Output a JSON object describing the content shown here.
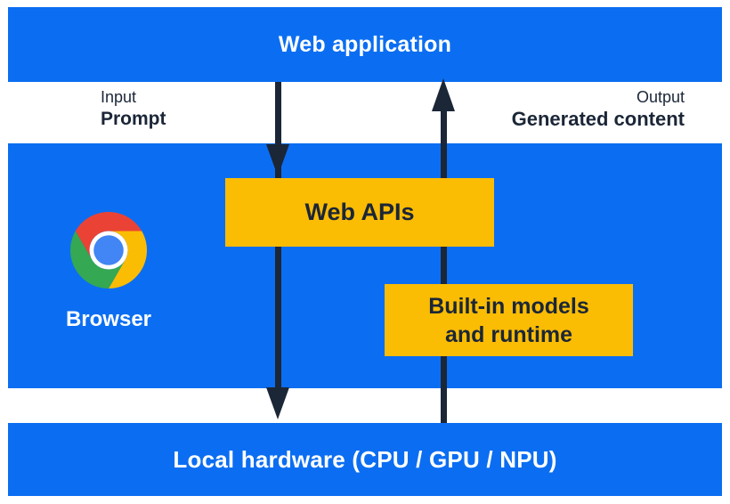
{
  "diagram": {
    "top_band": {
      "title": "Web application"
    },
    "io_labels": {
      "input_caption": "Input",
      "input_value": "Prompt",
      "output_caption": "Output",
      "output_value": "Generated content"
    },
    "browser_band": {
      "icon": "chrome-logo-icon",
      "label": "Browser",
      "web_apis_box": "Web APIs",
      "builtin_box_line1": "Built-in models",
      "builtin_box_line2": "and runtime"
    },
    "bottom_band": {
      "title": "Local hardware (CPU / GPU / NPU)"
    },
    "arrows": {
      "down_arrow": "prompt flows from web application through Web APIs to local hardware",
      "up_arrow": "generated content flows from local hardware through built-in models and runtime back to web application"
    }
  },
  "colors": {
    "band_blue": "#0B6EF2",
    "accent_yellow": "#FBBC04",
    "ink_navy": "#1B2637",
    "white": "#FFFFFF",
    "chrome_red": "#EA4335",
    "chrome_yellow": "#FBBC04",
    "chrome_green": "#34A853",
    "chrome_blue": "#4285F4"
  }
}
